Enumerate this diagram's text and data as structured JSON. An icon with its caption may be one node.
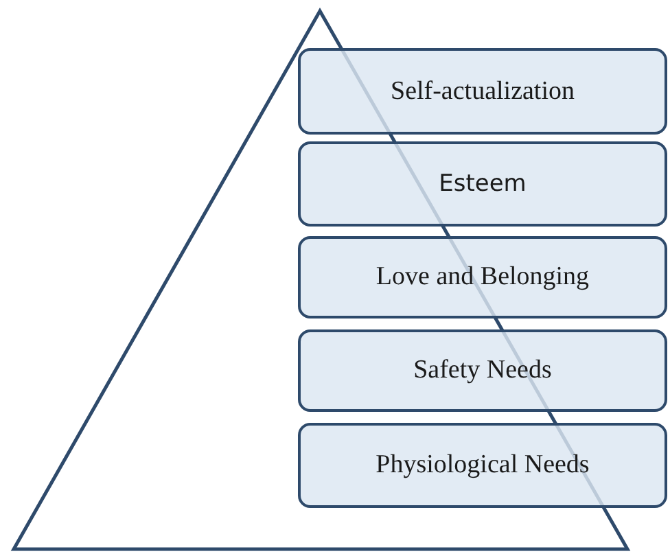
{
  "diagram": {
    "nodes": [
      {
        "text": [
          "Self-actualization"
        ]
      },
      {
        "text": [
          "Esteem"
        ]
      },
      {
        "text": [
          "Love and Belonging"
        ]
      },
      {
        "text": [
          "Safety Needs"
        ]
      },
      {
        "text": [
          "Physiological Needs"
        ]
      }
    ]
  }
}
